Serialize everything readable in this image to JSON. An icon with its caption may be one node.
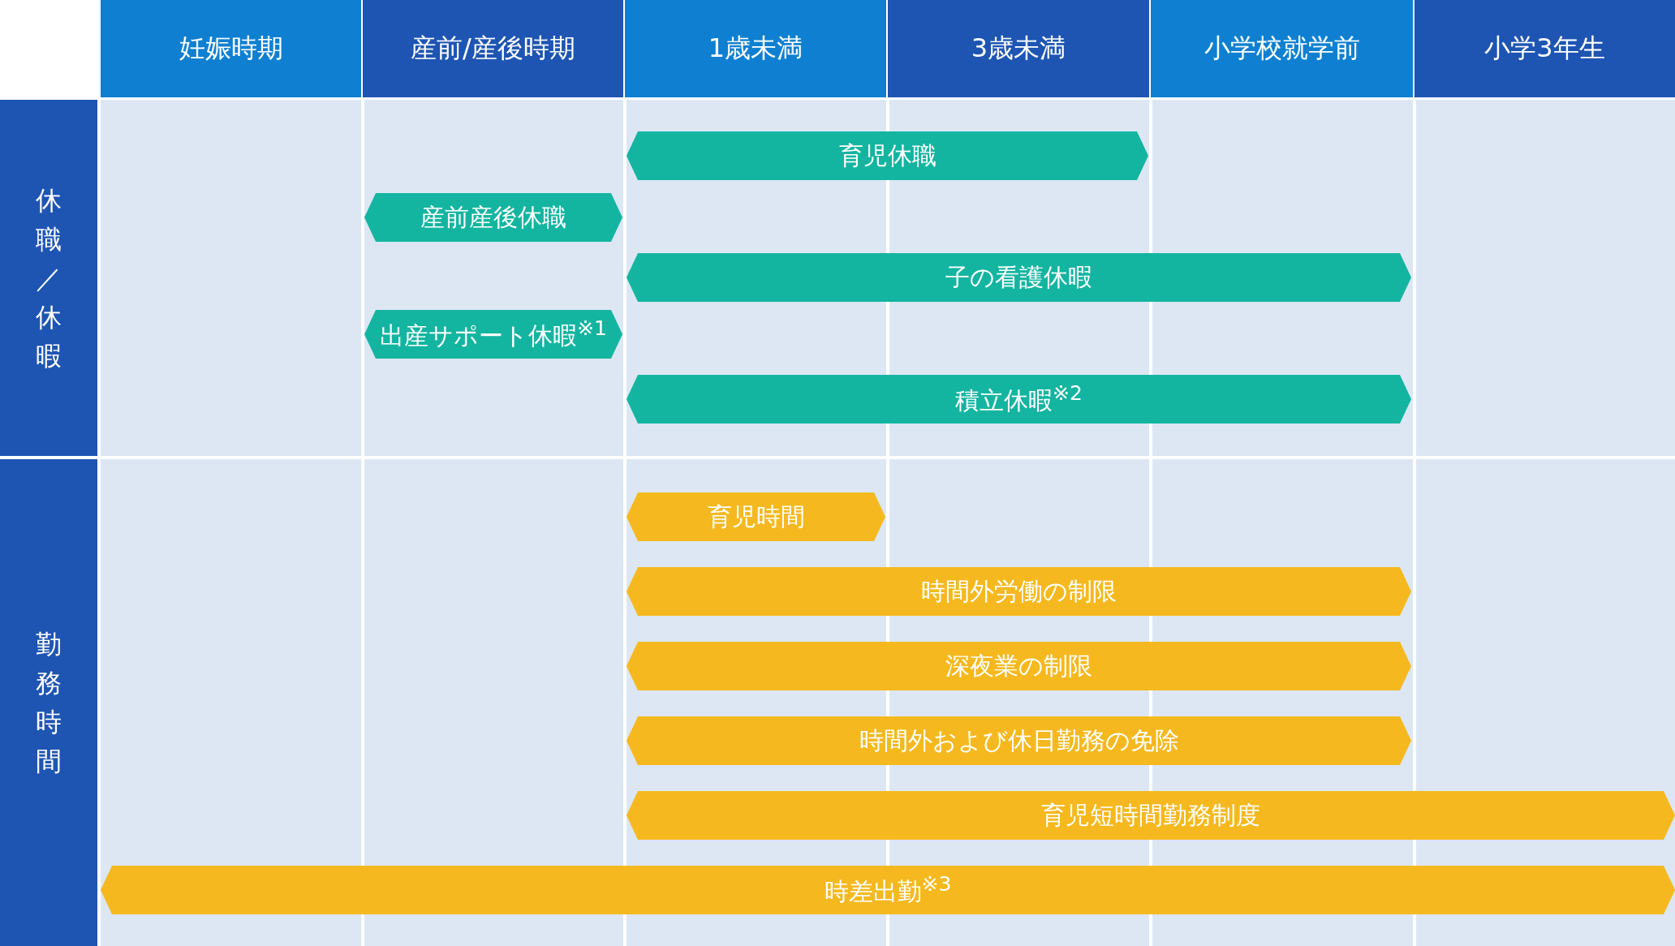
{
  "diagram": {
    "nodes": [
      {
        "text": [
          "妊娠時期"
        ]
      },
      {
        "text": [
          "産前/産後時期"
        ]
      },
      {
        "text": [
          "1歳未満"
        ]
      },
      {
        "text": [
          "3歳未満"
        ]
      },
      {
        "text": [
          "小学校就学前"
        ]
      },
      {
        "text": [
          "小学3年生"
        ]
      },
      {
        "text": [
          "休職／休暇"
        ]
      },
      {
        "text": [
          "育児休職"
        ]
      },
      {
        "text": [
          "産前産後休職"
        ]
      },
      {
        "text": [
          "子の看護休暇"
        ]
      },
      {
        "text": [
          "出産サポート休暇$^{※1}$"
        ]
      },
      {
        "text": [
          "積立休暇$^{※2}$"
        ]
      },
      {
        "text": [
          "勤務時間"
        ]
      },
      {
        "text": [
          "育児時間"
        ]
      },
      {
        "text": [
          "時間外労働の制限"
        ]
      },
      {
        "text": [
          "深夜業の制限"
        ]
      },
      {
        "text": [
          "時間外および休日勤務の免除"
        ]
      },
      {
        "text": [
          "育児短時間勤務制度"
        ]
      },
      {
        "text": [
          "時差出勤$^{※3}$"
        ]
      }
    ]
  }
}
